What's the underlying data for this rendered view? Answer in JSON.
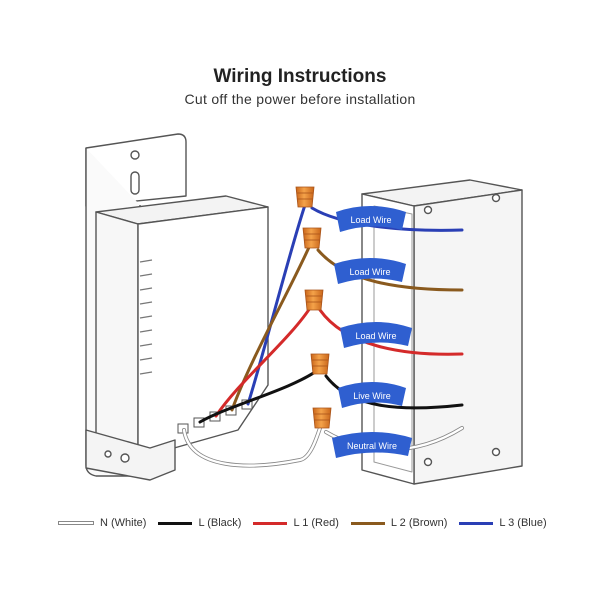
{
  "header": {
    "title": "Wiring Instructions",
    "subtitle": "Cut off the power before installation"
  },
  "labels": {
    "load1": "Load Wire",
    "load2": "Load Wire",
    "load3": "Load Wire",
    "live": "Live Wire",
    "neutral": "Neutral Wire"
  },
  "legend": {
    "items": [
      {
        "text": "N (White)",
        "color": "#ffffff"
      },
      {
        "text": "L (Black)",
        "color": "#111111"
      },
      {
        "text": "L 1 (Red)",
        "color": "#d42a2a"
      },
      {
        "text": "L 2 (Brown)",
        "color": "#8a5a1e"
      },
      {
        "text": "L 3 (Blue)",
        "color": "#2a3fb5"
      }
    ]
  },
  "colors": {
    "connector": "#e98a2e",
    "label_ribbon": "#2f5fd0",
    "device_stroke": "#555555"
  }
}
